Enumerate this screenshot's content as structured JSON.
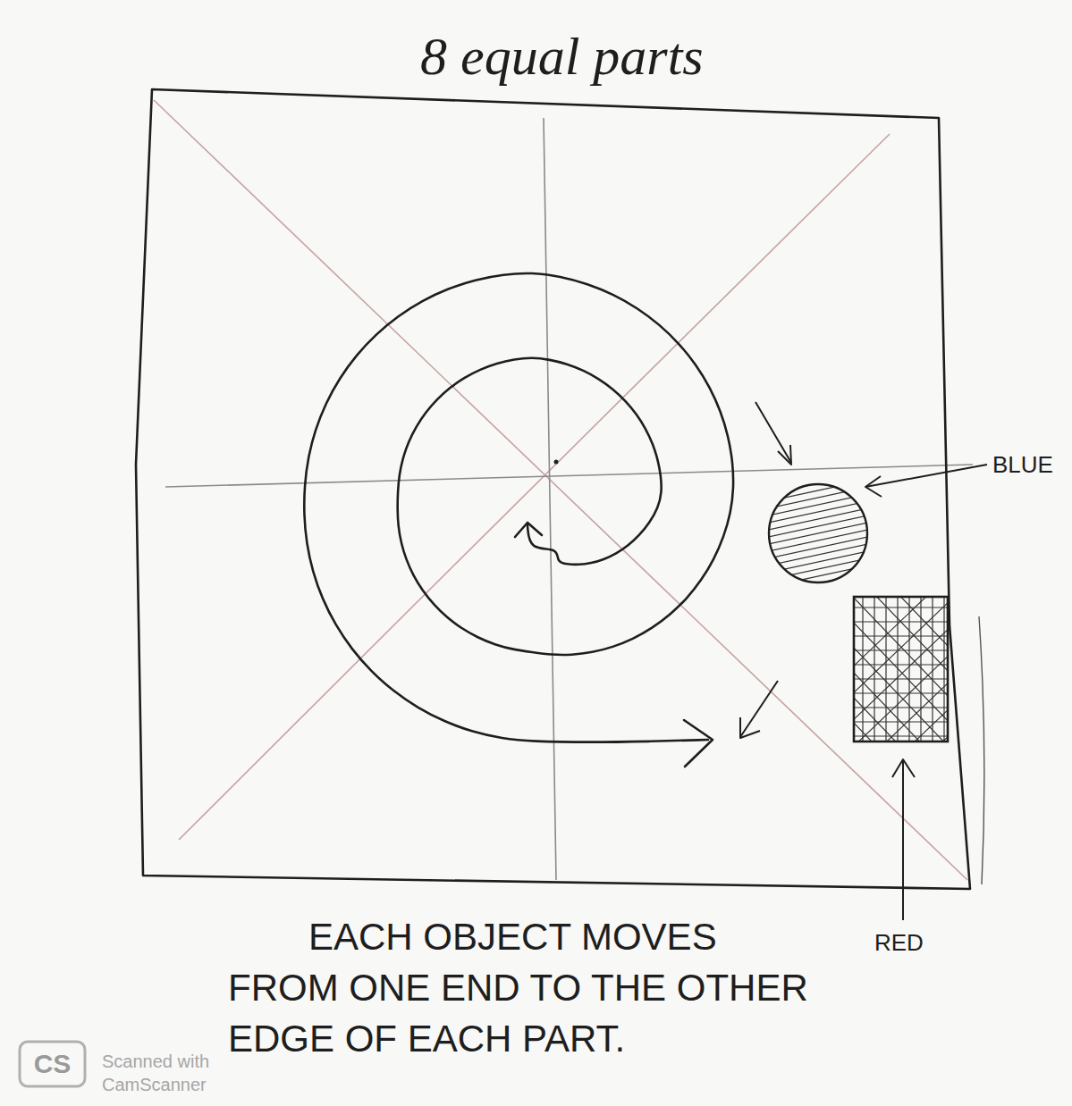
{
  "diagram": {
    "title": "8 equal parts",
    "caption": "EACH OBJECT MOVES FROM ONE END TO THE OTHER EDGE OF EACH PART.",
    "labels": [
      "BLUE",
      "RED",
      "CS",
      "Scanned with",
      "CamScanner"
    ]
  }
}
